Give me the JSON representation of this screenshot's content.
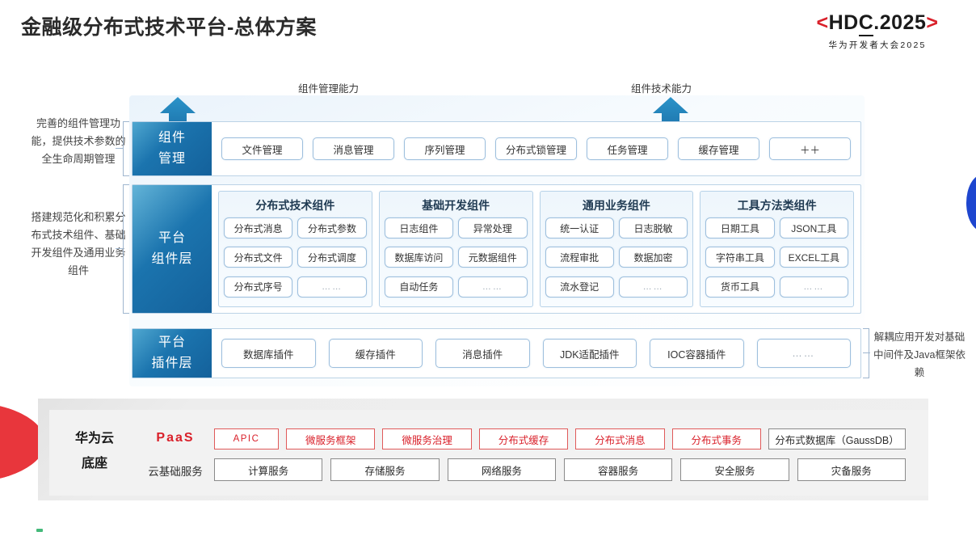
{
  "header": {
    "title": "金融级分布式技术平台-总体方案",
    "logo_prefix": "<",
    "logo_text_a": "HD",
    "logo_text_b": "C",
    "logo_text_c": ".2025",
    "logo_suffix": ">",
    "logo_sub": "华为开发者大会2025"
  },
  "arrows": {
    "left_label": "组件管理能力",
    "right_label": "组件技术能力"
  },
  "left_notes": [
    "完善的组件管理功能，提供技术参数的全生命周期管理",
    "搭建规范化和积累分布式技术组件、基础开发组件及通用业务组件"
  ],
  "right_note": "解耦应用开发对基础中间件及Java框架依赖",
  "layers": {
    "component_management": {
      "label_line1": "组件",
      "label_line2": "管理",
      "items": [
        "文件管理",
        "消息管理",
        "序列管理",
        "分布式锁管理",
        "任务管理",
        "缓存管理",
        "＋＋"
      ]
    },
    "platform_component": {
      "label_line1": "平台",
      "label_line2": "组件层",
      "groups": [
        {
          "title": "分布式技术组件",
          "items": [
            "分布式消息",
            "分布式参数",
            "分布式文件",
            "分布式调度",
            "分布式序号",
            "……"
          ]
        },
        {
          "title": "基础开发组件",
          "items": [
            "日志组件",
            "异常处理",
            "数据库访问",
            "元数据组件",
            "自动任务",
            "……"
          ]
        },
        {
          "title": "通用业务组件",
          "items": [
            "统一认证",
            "日志脱敏",
            "流程审批",
            "数据加密",
            "流水登记",
            "……"
          ]
        },
        {
          "title": "工具方法类组件",
          "items": [
            "日期工具",
            "JSON工具",
            "字符串工具",
            "EXCEL工具",
            "货币工具",
            "……"
          ]
        }
      ]
    },
    "platform_plugin": {
      "label_line1": "平台",
      "label_line2": "插件层",
      "items": [
        "数据库插件",
        "缓存插件",
        "消息插件",
        "JDK适配插件",
        "IOC容器插件",
        "……"
      ]
    }
  },
  "cloud": {
    "title_line1": "华为云",
    "title_line2": "底座",
    "paas_label": "PaaS",
    "cloud_label": "云基础服务",
    "paas_items": [
      "APIC",
      "微服务框架",
      "微服务治理",
      "分布式缓存",
      "分布式消息",
      "分布式事务",
      "分布式数据库（GaussDB）"
    ],
    "cloud_items": [
      "计算服务",
      "存储服务",
      "网络服务",
      "容器服务",
      "安全服务",
      "灾备服务"
    ]
  },
  "colors": {
    "brand_red": "#d9202a",
    "layer_blue": "#1b74ae",
    "accent_blue": "#1e46cf",
    "chip_border": "#9dbfdd"
  }
}
